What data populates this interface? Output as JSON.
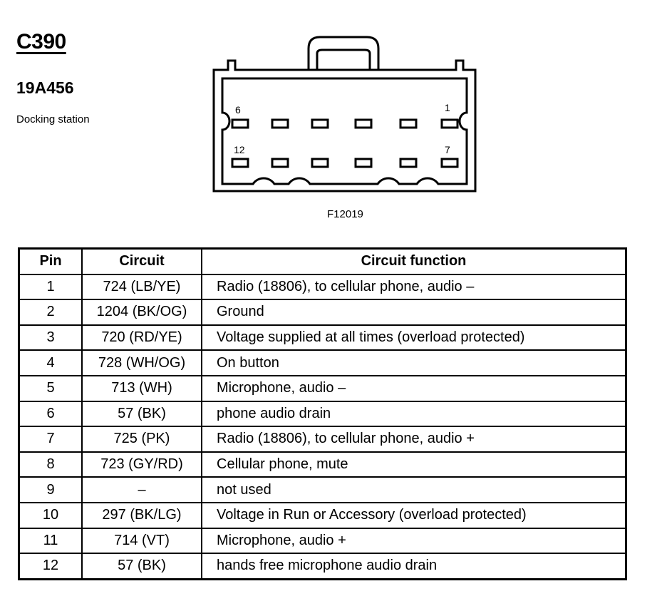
{
  "connector": {
    "id": "C390",
    "part_number": "19A456",
    "description": "Docking station",
    "figure_id": "F12019",
    "pin_labels": {
      "top_left": "6",
      "top_right": "1",
      "bottom_left": "12",
      "bottom_right": "7"
    }
  },
  "table": {
    "headers": {
      "pin": "Pin",
      "circuit": "Circuit",
      "function": "Circuit function"
    },
    "rows": [
      {
        "pin": "1",
        "circuit": "724 (LB/YE)",
        "function": "Radio (18806), to cellular phone, audio –"
      },
      {
        "pin": "2",
        "circuit": "1204 (BK/OG)",
        "function": "Ground"
      },
      {
        "pin": "3",
        "circuit": "720 (RD/YE)",
        "function": "Voltage supplied at all times (overload protected)"
      },
      {
        "pin": "4",
        "circuit": "728 (WH/OG)",
        "function": "On button"
      },
      {
        "pin": "5",
        "circuit": "713 (WH)",
        "function": "Microphone, audio –"
      },
      {
        "pin": "6",
        "circuit": "57 (BK)",
        "function": "phone audio drain"
      },
      {
        "pin": "7",
        "circuit": "725 (PK)",
        "function": "Radio (18806), to cellular phone, audio +"
      },
      {
        "pin": "8",
        "circuit": "723 (GY/RD)",
        "function": "Cellular phone, mute"
      },
      {
        "pin": "9",
        "circuit": "–",
        "function": "not used"
      },
      {
        "pin": "10",
        "circuit": "297 (BK/LG)",
        "function": "Voltage in Run or Accessory (overload protected)"
      },
      {
        "pin": "11",
        "circuit": "714 (VT)",
        "function": "Microphone, audio +"
      },
      {
        "pin": "12",
        "circuit": "57 (BK)",
        "function": "hands free microphone audio drain"
      }
    ]
  }
}
